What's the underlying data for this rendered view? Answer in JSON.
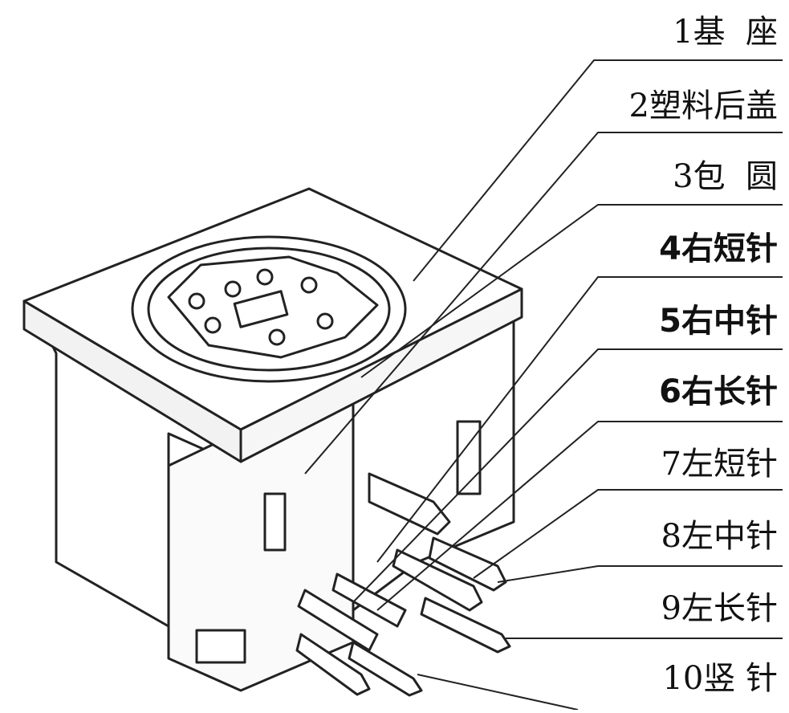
{
  "labels": [
    {
      "num": "1",
      "text": "基  座",
      "bold": false
    },
    {
      "num": "2",
      "text": "塑料后盖",
      "bold": false
    },
    {
      "num": "3",
      "text": "包  圆",
      "bold": false
    },
    {
      "num": "4",
      "text": "右短针",
      "bold": true
    },
    {
      "num": "5",
      "text": "右中针",
      "bold": true
    },
    {
      "num": "6",
      "text": "右长针",
      "bold": true
    },
    {
      "num": "7",
      "text": "左短针",
      "bold": false
    },
    {
      "num": "8",
      "text": "左中针",
      "bold": false
    },
    {
      "num": "9",
      "text": "左长针",
      "bold": false
    },
    {
      "num": "10",
      "text": "竖 针",
      "bold": false
    }
  ],
  "colors": {
    "line": "#222222",
    "fill": "#ffffff",
    "shade": "#e8e8e8"
  }
}
